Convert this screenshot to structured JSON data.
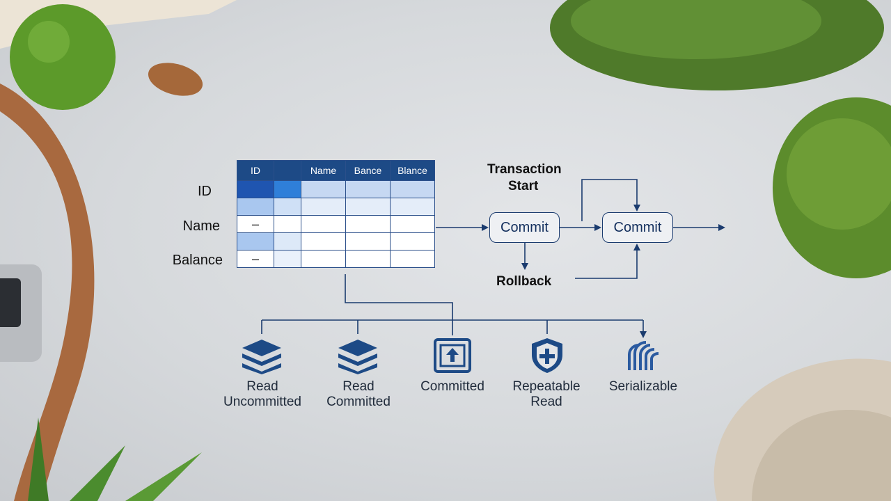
{
  "table": {
    "headers": [
      "ID",
      "",
      "Name",
      "Bance",
      "Blance"
    ],
    "row_labels": [
      "ID",
      "Name",
      "Balance"
    ],
    "dash": "–"
  },
  "flow": {
    "start_label": [
      "Transaction",
      "Start"
    ],
    "commit_1": "Commit",
    "commit_2": "Commit",
    "rollback": "Rollback"
  },
  "isolation_levels": [
    {
      "lines": [
        "Read",
        "Uncommitted"
      ],
      "icon": "layers-icon"
    },
    {
      "lines": [
        "Read",
        "Committed"
      ],
      "icon": "layers-icon"
    },
    {
      "lines": [
        "Committed"
      ],
      "icon": "upload-box-icon"
    },
    {
      "lines": [
        "Repeatable",
        "Read"
      ],
      "icon": "shield-plus-icon"
    },
    {
      "lines": [
        "Serializable"
      ],
      "icon": "stacked-stripes-icon"
    }
  ],
  "colors": {
    "primary": "#1d4a86",
    "line": "#1a3b6e"
  }
}
